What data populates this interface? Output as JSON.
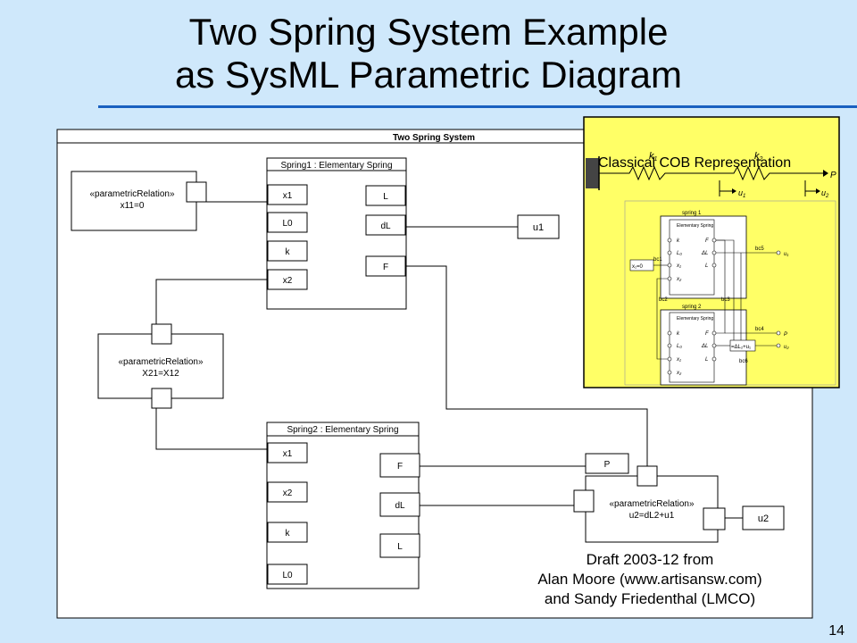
{
  "slide": {
    "title_line1": "Two Spring System Example",
    "title_line2": "as SysML Parametric Diagram",
    "page_number": "14"
  },
  "diagram": {
    "frame_title": "Two Spring System",
    "spring1": {
      "title": "Spring1 : Elementary Spring",
      "left_ports": [
        "x1",
        "L0",
        "k",
        "x2"
      ],
      "right_ports": [
        "L",
        "dL",
        "F"
      ]
    },
    "spring2": {
      "title": "Spring2 : Elementary Spring",
      "left_ports": [
        "x1",
        "x2",
        "k",
        "L0"
      ],
      "right_ports": [
        "F",
        "dL",
        "L"
      ]
    },
    "relation1": {
      "stereotype": "«parametricRelation»",
      "expression": "x11=0"
    },
    "relation2": {
      "stereotype": "«parametricRelation»",
      "expression": "X21=X12"
    },
    "relation3": {
      "stereotype": "«parametricRelation»",
      "expression": "u2=dL2+u1"
    },
    "u1_label": "u1",
    "u2_label": "u2",
    "p_label": "P"
  },
  "inset": {
    "title": "Classical COB Representation",
    "k1": "k",
    "k1_sub": "1",
    "k2": "k",
    "k2_sub": "2",
    "u1": "u",
    "u1_sub": "1",
    "u2": "u",
    "u2_sub": "2",
    "P": "P",
    "spring1_label": "spring 1",
    "spring2_label": "spring 2",
    "elem_label": "Elementary Spring",
    "elem_ports_left": [
      "k",
      "L₀",
      "x₁",
      "x₂"
    ],
    "elem_ports_right": [
      "F",
      "ΔL",
      "L"
    ],
    "bc_labels": [
      "bc1",
      "bc2",
      "bc3",
      "bc4",
      "bc5",
      "bc6"
    ],
    "x1_eq": "x₁=0",
    "dl_eq": "=ΔL₂+u₁",
    "u1_out": "u₁",
    "p_out": "P",
    "u2_out": "u₂"
  },
  "credit": {
    "line1": "Draft 2003-12 from",
    "line2": "Alan Moore (www.artisansw.com)",
    "line3": "and Sandy Friedenthal (LMCO)"
  }
}
